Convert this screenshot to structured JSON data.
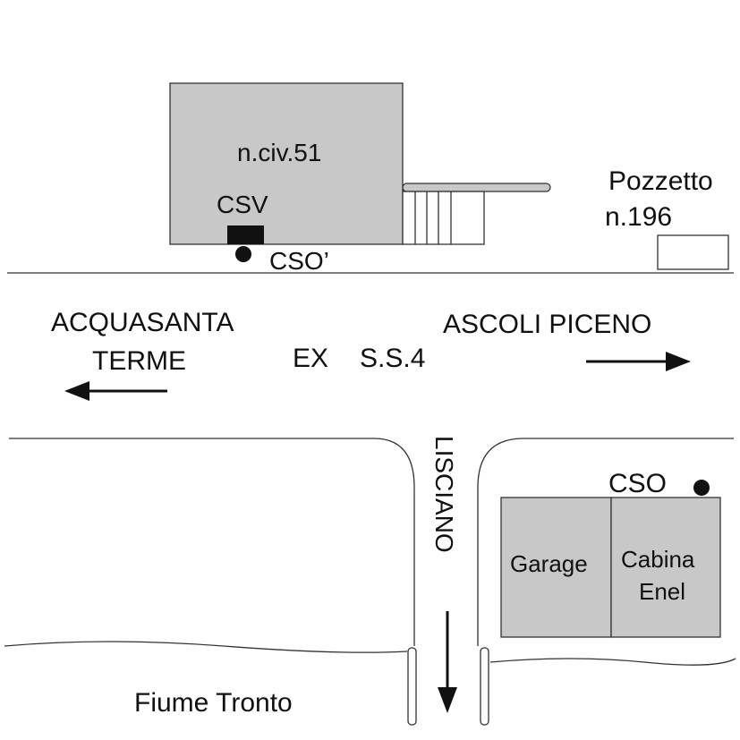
{
  "map": {
    "building_label": "n.civ.51",
    "csv_label": "CSV",
    "cso_top_label": "CSO’",
    "pozzetto_label": "Pozzetto",
    "pozzetto_number": "n.196",
    "west_dest_line1": "ACQUASANTA",
    "west_dest_line2": "TERME",
    "road_label_prefix": "EX",
    "road_label": "S.S.4",
    "east_dest": "ASCOLI PICENO",
    "side_road_label": "LISCIANO",
    "cso_right_label": "CSO",
    "garage_label": "Garage",
    "cabina_line1": "Cabina",
    "cabina_line2": "Enel",
    "river_label": "Fiume Tronto"
  },
  "colors": {
    "building_fill": "#c8c8c8",
    "line": "#333333",
    "text": "#111111"
  }
}
